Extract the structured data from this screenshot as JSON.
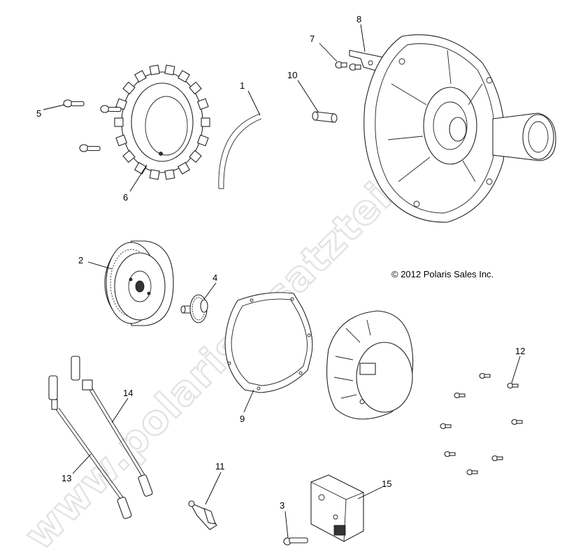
{
  "diagram": {
    "copyright": "© 2012 Polaris Sales Inc.",
    "watermark": "www.polarisersatzteile.de",
    "callouts": [
      {
        "id": "1",
        "label": "1"
      },
      {
        "id": "2",
        "label": "2"
      },
      {
        "id": "3",
        "label": "3"
      },
      {
        "id": "4",
        "label": "4"
      },
      {
        "id": "5",
        "label": "5"
      },
      {
        "id": "6",
        "label": "6"
      },
      {
        "id": "7",
        "label": "7"
      },
      {
        "id": "8",
        "label": "8"
      },
      {
        "id": "9",
        "label": "9"
      },
      {
        "id": "10",
        "label": "10"
      },
      {
        "id": "11",
        "label": "11"
      },
      {
        "id": "12",
        "label": "12"
      },
      {
        "id": "13",
        "label": "13"
      },
      {
        "id": "14",
        "label": "14"
      },
      {
        "id": "15",
        "label": "15"
      }
    ],
    "parts": [
      {
        "callout": "1",
        "icon": "wire-loop-icon"
      },
      {
        "callout": "2",
        "icon": "flywheel-icon"
      },
      {
        "callout": "3",
        "icon": "bolt-icon"
      },
      {
        "callout": "4",
        "icon": "starter-gear-icon"
      },
      {
        "callout": "5",
        "icon": "bolt-icon"
      },
      {
        "callout": "6",
        "icon": "stator-icon"
      },
      {
        "callout": "7",
        "icon": "bolt-icon"
      },
      {
        "callout": "8",
        "icon": "bracket-icon"
      },
      {
        "callout": "9",
        "icon": "gasket-icon"
      },
      {
        "callout": "10",
        "icon": "grommet-icon"
      },
      {
        "callout": "11",
        "icon": "spark-plug-icon"
      },
      {
        "callout": "12",
        "icon": "bolt-icon"
      },
      {
        "callout": "13",
        "icon": "spark-plug-wire-icon"
      },
      {
        "callout": "14",
        "icon": "spark-plug-wire-icon"
      },
      {
        "callout": "15",
        "icon": "ignition-coil-icon"
      }
    ]
  }
}
